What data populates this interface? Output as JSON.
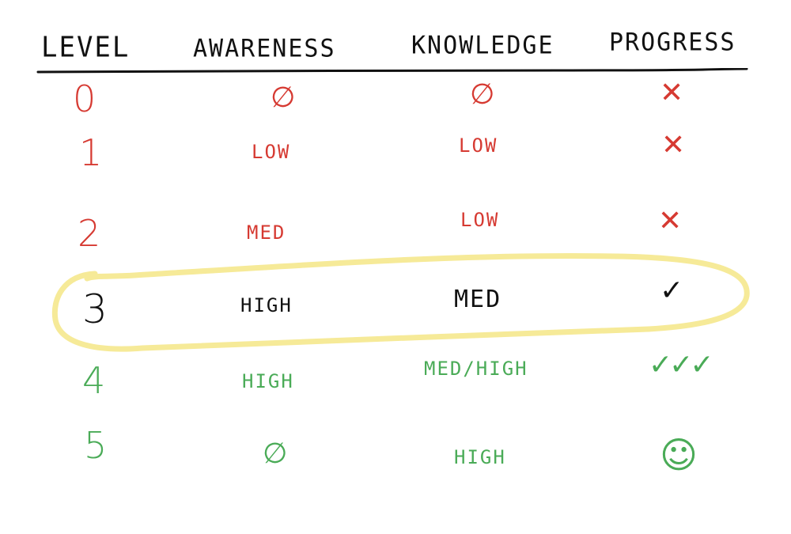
{
  "headers": {
    "level": "LEVEL",
    "awareness": "AWARENESS",
    "knowledge": "KNOWLEDGE",
    "progress": "PROGRESS"
  },
  "rows": [
    {
      "level": "0",
      "awareness": "∅",
      "knowledge": "∅",
      "progress": "✕",
      "color": "#d63a32"
    },
    {
      "level": "1",
      "awareness": "LOW",
      "knowledge": "LOW",
      "progress": "✕",
      "color": "#d63a32"
    },
    {
      "level": "2",
      "awareness": "MED",
      "knowledge": "LOW",
      "progress": "✕",
      "color": "#d63a32"
    },
    {
      "level": "3",
      "awareness": "HIGH",
      "knowledge": "MED",
      "progress": "✓",
      "color": "#111111"
    },
    {
      "level": "4",
      "awareness": "HIGH",
      "knowledge": "MED/HIGH",
      "progress": "✓✓✓",
      "color": "#4aab57"
    },
    {
      "level": "5",
      "awareness": "∅",
      "knowledge": "HIGH",
      "progress": "☺",
      "color": "#4aab57"
    }
  ],
  "colors": {
    "not_ready": "#d63a32",
    "highlight_row": "#111111",
    "ready": "#4aab57",
    "highlight_outline": "#f6ea98"
  },
  "icons": {
    "null": "empty-set-icon",
    "fail": "cross-icon",
    "pass": "check-icon",
    "multi_pass": "triple-check-icon",
    "best": "smiley-icon"
  }
}
